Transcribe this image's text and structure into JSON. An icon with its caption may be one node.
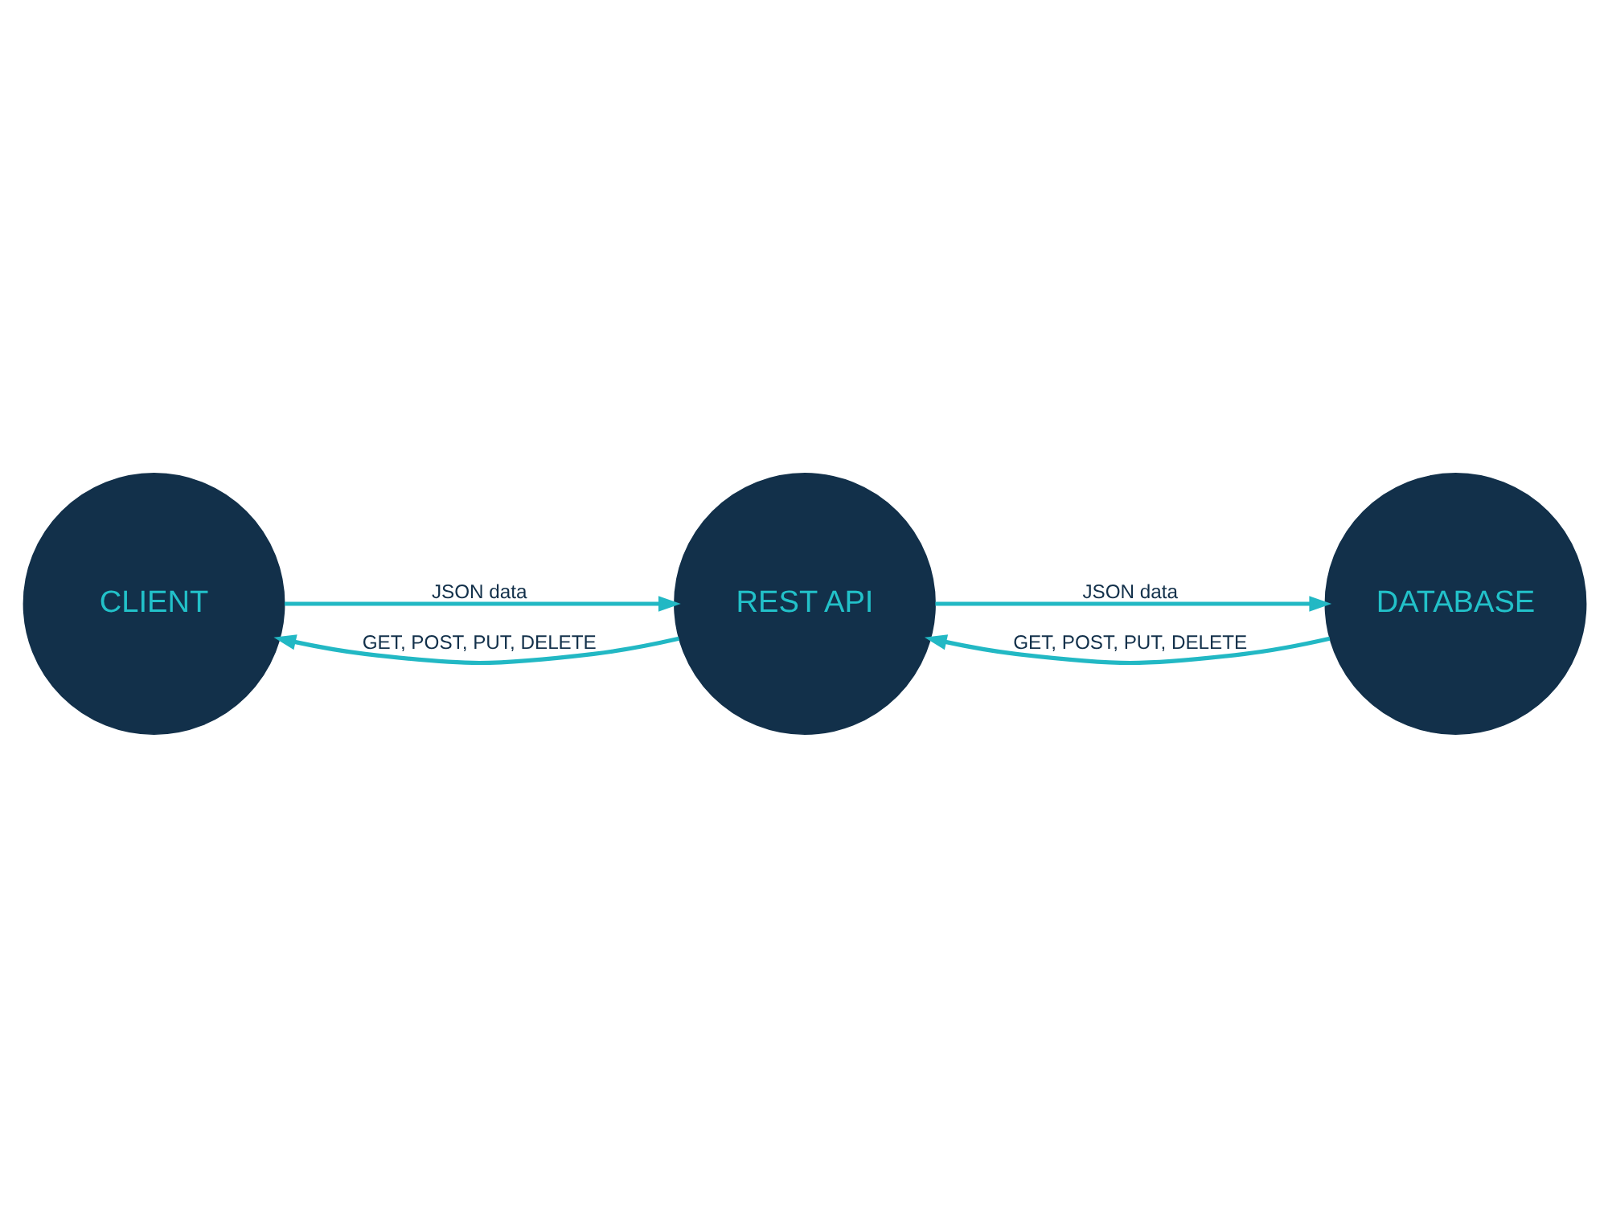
{
  "diagram": {
    "nodes": [
      {
        "text": [
          "CLIENT"
        ]
      },
      {
        "text": [
          "REST API"
        ]
      },
      {
        "text": [
          "DATABASE"
        ]
      }
    ],
    "edges": [
      {
        "from": 1,
        "to": 0,
        "arrow": "to",
        "label": "GET, POST, PUT, DELETE"
      },
      {
        "from": 0,
        "to": 1,
        "arrow": "to",
        "label": "JSON data"
      },
      {
        "from": 2,
        "to": 1,
        "arrow": "to",
        "label": "GET, POST, PUT, DELETE"
      },
      {
        "from": 1,
        "to": 2,
        "arrow": "to",
        "label": "JSON data"
      }
    ]
  }
}
